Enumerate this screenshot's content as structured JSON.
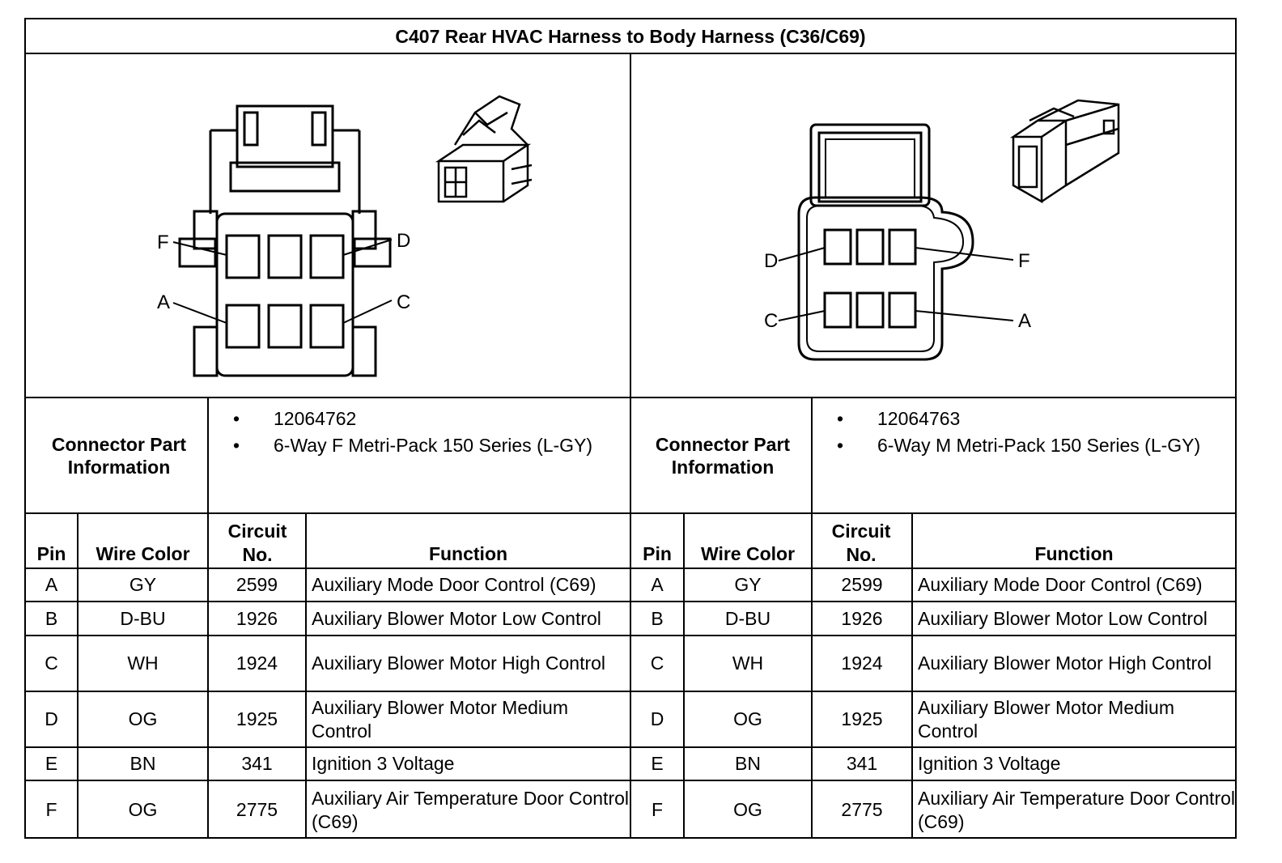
{
  "title": "C407 Rear HVAC Harness to Body Harness (C36/C69)",
  "connectors": [
    {
      "side": "left",
      "pin_labels": {
        "top_left": "F",
        "top_right": "D",
        "bottom_left": "A",
        "bottom_right": "C"
      },
      "part_info_label": "Connector Part Information",
      "part_info": [
        "12064762",
        "6-Way F Metri-Pack 150 Series (L-GY)"
      ]
    },
    {
      "side": "right",
      "pin_labels": {
        "top_left": "D",
        "top_right": "F",
        "bottom_left": "C",
        "bottom_right": "A"
      },
      "part_info_label": "Connector Part Information",
      "part_info": [
        "12064763",
        "6-Way M Metri-Pack 150 Series (L-GY)"
      ]
    }
  ],
  "table_headers": {
    "pin": "Pin",
    "wire_color": "Wire Color",
    "circuit": "Circuit No.",
    "function": "Function"
  },
  "rows": [
    {
      "pin": "A",
      "wire_color": "GY",
      "circuit": "2599",
      "function": "Auxiliary Mode Door Control (C69)"
    },
    {
      "pin": "B",
      "wire_color": "D-BU",
      "circuit": "1926",
      "function": "Auxiliary Blower Motor Low Control"
    },
    {
      "pin": "C",
      "wire_color": "WH",
      "circuit": "1924",
      "function": "Auxiliary Blower Motor High Control"
    },
    {
      "pin": "D",
      "wire_color": "OG",
      "circuit": "1925",
      "function": "Auxiliary Blower Motor Medium Control"
    },
    {
      "pin": "E",
      "wire_color": "BN",
      "circuit": "341",
      "function": "Ignition 3 Voltage"
    },
    {
      "pin": "F",
      "wire_color": "OG",
      "circuit": "2775",
      "function": "Auxiliary Air Temperature Door Control (C69)"
    }
  ]
}
